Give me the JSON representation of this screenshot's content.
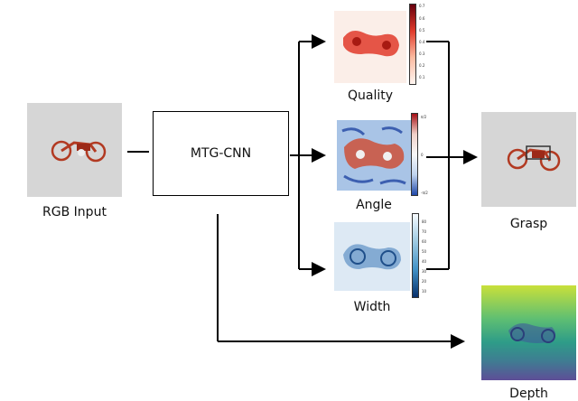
{
  "input": {
    "label": "RGB Input"
  },
  "network": {
    "label": "MTG-CNN"
  },
  "outputs": {
    "quality": {
      "label": "Quality",
      "colorbar_ticks": [
        "0.7",
        "0.6",
        "0.5",
        "0.4",
        "0.3",
        "0.2",
        "0.1"
      ]
    },
    "angle": {
      "label": "Angle",
      "colorbar_ticks": [
        "π/2",
        "0",
        "-π/2"
      ]
    },
    "width": {
      "label": "Width",
      "colorbar_ticks": [
        "80",
        "70",
        "60",
        "50",
        "40",
        "30",
        "20",
        "10"
      ]
    }
  },
  "grasp": {
    "label": "Grasp"
  },
  "depth": {
    "label": "Depth"
  },
  "colors": {
    "quality_map": "#e03a2a",
    "angle_bg": "#a9c4e6",
    "width_map": "#3a78b8",
    "depth_low": "#f3e83a",
    "depth_high": "#2e9c88",
    "motorcycle": "#b23a22"
  }
}
